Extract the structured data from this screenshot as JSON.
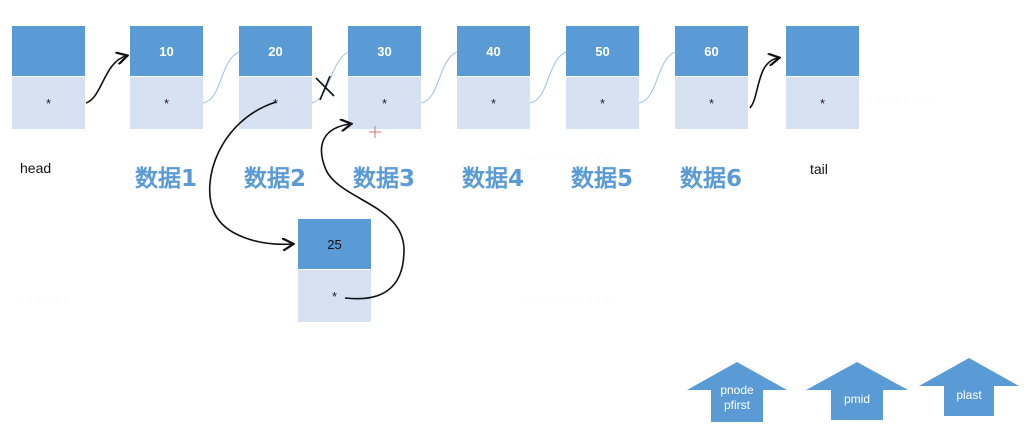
{
  "nodes": [
    {
      "id": "head",
      "value": "",
      "next": "*"
    },
    {
      "id": "n1",
      "value": "10",
      "next": "*"
    },
    {
      "id": "n2",
      "value": "20",
      "next": "*"
    },
    {
      "id": "n3",
      "value": "30",
      "next": "*"
    },
    {
      "id": "n4",
      "value": "40",
      "next": "*"
    },
    {
      "id": "n5",
      "value": "50",
      "next": "*"
    },
    {
      "id": "n6",
      "value": "60",
      "next": "*"
    },
    {
      "id": "tail",
      "value": "",
      "next": "*"
    }
  ],
  "new_node": {
    "value": "25",
    "next": "*"
  },
  "labels": {
    "head": "head",
    "tail": "tail",
    "data": [
      "数据1",
      "数据2",
      "数据3",
      "数据4",
      "数据5",
      "数据6"
    ]
  },
  "pointers": {
    "pnode": "pnode",
    "pfirst": "pfirst",
    "pmid": "pmid",
    "plast": "plast"
  },
  "colors": {
    "node_data": "#5b9bd5",
    "node_next": "#d6e1f1",
    "label_blue": "#5b9bd5",
    "arrow": "#5b9bd5"
  }
}
